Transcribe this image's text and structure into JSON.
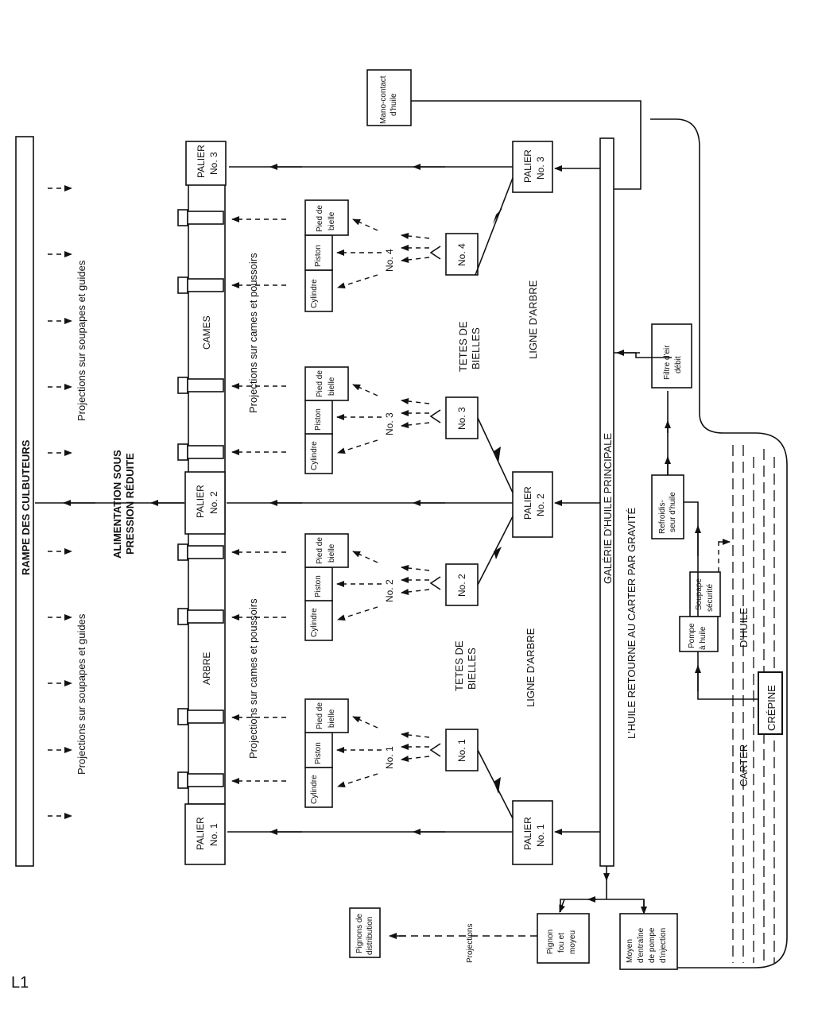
{
  "page_label": "L1",
  "labels": {
    "rampe": "RAMPE DES CULBUTEURS",
    "proj_soupapes_1": "Projections sur soupapes et guides",
    "proj_soupapes_2": "Projections sur soupapes et guides",
    "alimentation_1": "ALIMENTATION SOUS",
    "alimentation_2": "PRESSION RÉDUITE",
    "palier_1_top": [
      "PALIER",
      "No. 1"
    ],
    "palier_2_top": [
      "PALIER",
      "No. 2"
    ],
    "palier_3_top": [
      "PALIER",
      "No. 3"
    ],
    "palier_1_bot": [
      "PALIER",
      "No. 1"
    ],
    "palier_2_bot": [
      "PALIER",
      "No. 2"
    ],
    "palier_3_bot": [
      "PALIER",
      "No. 3"
    ],
    "arbre": "ARBRE",
    "cames": "CAMES",
    "proj_cames_1": "Projections sur cames et poussoirs",
    "proj_cames_2": "Projections sur cames et poussoirs",
    "cylinder_groups": [
      {
        "cylindre": "Cylindre",
        "piston": "Piston",
        "pied": [
          "Pied de",
          "bielle"
        ],
        "no": "No. 1",
        "bielle": "No. 1"
      },
      {
        "cylindre": "Cylindre",
        "piston": "Piston",
        "pied": [
          "Pied de",
          "bielle"
        ],
        "no": "No. 2",
        "bielle": "No. 2"
      },
      {
        "cylindre": "Cylindre",
        "piston": "Piston",
        "pied": [
          "Pied de",
          "bielle"
        ],
        "no": "No. 3",
        "bielle": "No. 3"
      },
      {
        "cylindre": "Cylindre",
        "piston": "Piston",
        "pied": [
          "Pied de",
          "bielle"
        ],
        "no": "No. 4",
        "bielle": "No. 4"
      }
    ],
    "tetes_1": [
      "TETES DE",
      "BIELLES"
    ],
    "tetes_2": [
      "TETES DE",
      "BIELLES"
    ],
    "ligne_1": "LIGNE D'ARBRE",
    "ligne_2": "LIGNE D'ARBRE",
    "galerie": "GALÉRIE D'HUILE PRINCIPALE",
    "retour": "L'HUILE RETOURNE AU CARTER PAR GRAVITÉ",
    "mano": [
      "Mano-contact",
      "d'huile"
    ],
    "filtre": [
      "Filtre d'eir",
      "débit"
    ],
    "refroid": [
      "Refroidis-",
      "seur d'huile"
    ],
    "soupape": [
      "Soupape",
      "sécurité"
    ],
    "pompe": [
      "Pompe",
      "à huile"
    ],
    "huile_level": "D'HUILE",
    "crepine": "CRÉPINE",
    "carter": "CARTER",
    "pignon": [
      "Pignon",
      "fou et",
      "moyeu"
    ],
    "moyen": [
      "Moyen",
      "d'entraîne",
      "de pompe",
      "d'injection"
    ],
    "pignons_dist": [
      "Pignons de",
      "distribution"
    ],
    "projections": "Projections"
  }
}
